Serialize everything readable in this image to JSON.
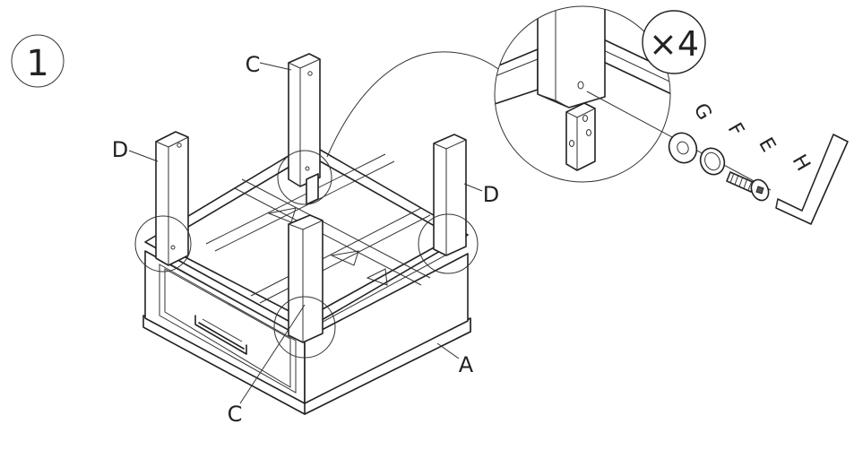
{
  "step": {
    "number": "1"
  },
  "labels": {
    "leg_c_top": "C",
    "leg_c_bottom": "C",
    "leg_d_left": "D",
    "leg_d_right": "D",
    "frame_a": "A",
    "washer_g": "G",
    "spring_washer_f": "F",
    "bolt_e": "E",
    "allen_key_h": "H"
  },
  "quantity": {
    "text": "×4"
  }
}
